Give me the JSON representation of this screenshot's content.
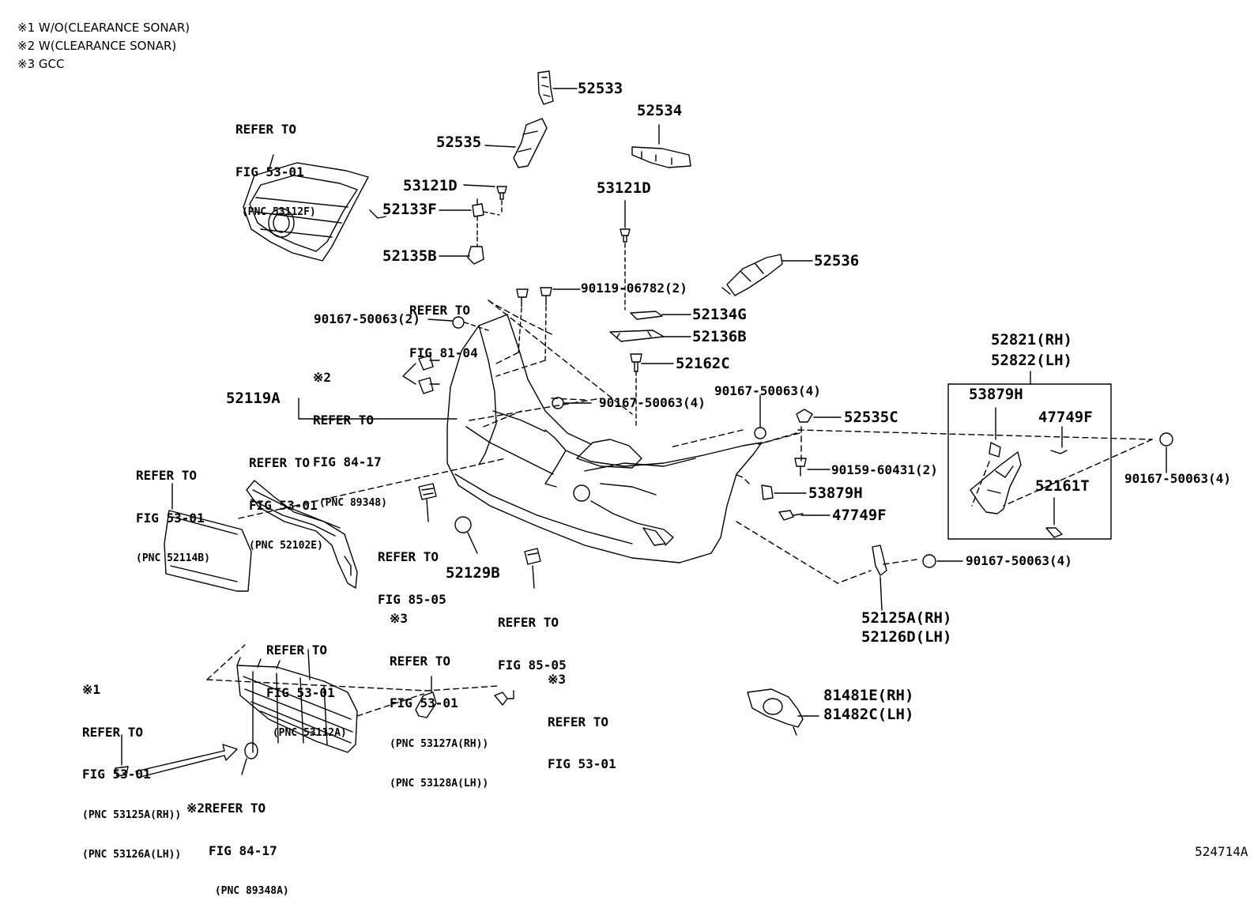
{
  "notes": [
    "※1 W/O(CLEARANCE SONAR)",
    "※2 W(CLEARANCE SONAR)",
    "※3 GCC"
  ],
  "figure_id": "524714A",
  "part_labels": {
    "p52533": "52533",
    "p52534": "52534",
    "p52535": "52535",
    "p53121D_a": "53121D",
    "p53121D_b": "53121D",
    "p52133F": "52133F",
    "p52135B": "52135B",
    "p52536": "52536",
    "p90119": "90119-06782(2)",
    "p90167_2": "90167-50063(2)",
    "p52134G": "52134G",
    "p52136B": "52136B",
    "p52162C": "52162C",
    "p52119A": "52119A",
    "p90167_4a": "90167-50063(4)",
    "p90167_4b": "90167-50063(4)",
    "p52535C": "52535C",
    "p90159": "90159-60431(2)",
    "p53879H_a": "53879H",
    "p47749F_a": "47749F",
    "p52821": "52821(RH)",
    "p52822": "52822(LH)",
    "p53879H_b": "53879H",
    "p47749F_b": "47749F",
    "p52161T": "52161T",
    "p90167_4c": "90167-50063(4)",
    "p90167_4d": "90167-50063(4)",
    "p52129B": "52129B",
    "p52125A": "52125A(RH)",
    "p52126D": "52126D(LH)",
    "p81481E": "81481E(RH)",
    "p81482C": "81482C(LH)"
  },
  "references": {
    "r1": {
      "mark": "",
      "line1": "REFER TO",
      "line2": "FIG 53-01",
      "pnc": " (PNC 53112F)"
    },
    "r2": {
      "mark": "",
      "line1": "REFER TO",
      "line2": "FIG 81-04",
      "pnc": ""
    },
    "r3": {
      "mark": "※2",
      "line1": "REFER TO",
      "line2": "FIG 84-17",
      "pnc": " (PNC 89348)"
    },
    "r4": {
      "mark": "",
      "line1": "REFER TO",
      "line2": "FIG 53-01",
      "pnc": "(PNC 52114B)"
    },
    "r5": {
      "mark": "",
      "line1": "REFER TO",
      "line2": "FIG 53-01",
      "pnc": "(PNC 52102E)"
    },
    "r6": {
      "mark": "",
      "line1": "REFER TO",
      "line2": "FIG 85-05",
      "pnc": ""
    },
    "r7": {
      "mark": "",
      "line1": "REFER TO",
      "line2": "FIG 85-05",
      "pnc": ""
    },
    "r8": {
      "mark": "※3",
      "line1": "REFER TO",
      "line2": "FIG 53-01",
      "pnc": "(PNC 53127A(RH))",
      "pnc2": "(PNC 53128A(LH))"
    },
    "r9": {
      "mark": "",
      "line1": "REFER TO",
      "line2": "FIG 53-01",
      "pnc": " (PNC 53112A)"
    },
    "r10": {
      "mark": "※3",
      "line1": "REFER TO",
      "line2": "FIG 53-01",
      "pnc": ""
    },
    "r11": {
      "mark": "※1",
      "line1": "REFER TO",
      "line2": "FIG 53-01",
      "pnc": "(PNC 53125A(RH))",
      "pnc2": "(PNC 53126A(LH))"
    },
    "r12": {
      "mark": "※2",
      "line1": "REFER TO",
      "line2": "FIG 84-17",
      "pnc": " (PNC 89348A)"
    }
  }
}
